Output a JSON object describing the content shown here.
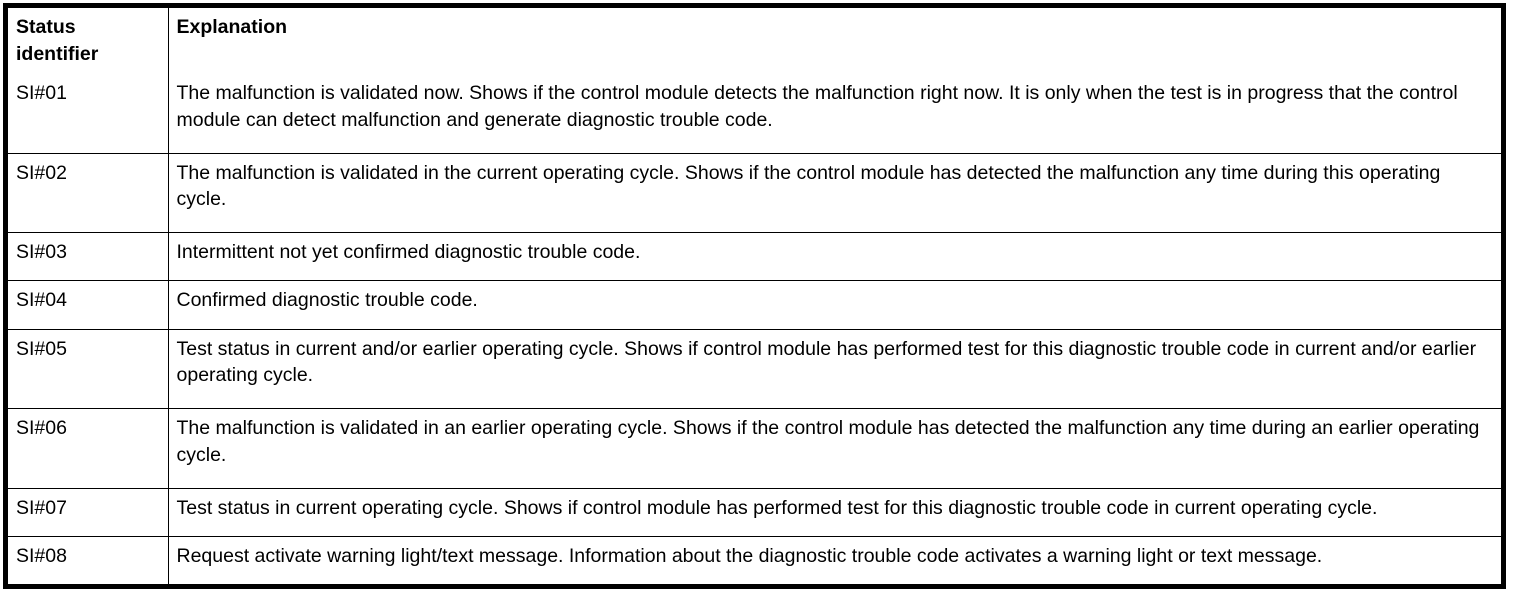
{
  "table": {
    "columns": {
      "status_identifier": {
        "line1": "Status",
        "line2": "identifier"
      },
      "explanation": "Explanation"
    },
    "rows": [
      {
        "id": "SI#01",
        "explanation": "The malfunction is validated now. Shows if the control module detects the malfunction right now. It is only when the test is in progress that the control module can detect malfunction and generate diagnostic trouble code."
      },
      {
        "id": "SI#02",
        "explanation": "The malfunction is validated in the current operating cycle. Shows if the control module has detected the malfunction any time during this operating cycle."
      },
      {
        "id": "SI#03",
        "explanation": "Intermittent not yet confirmed diagnostic trouble code."
      },
      {
        "id": "SI#04",
        "explanation": "Confirmed diagnostic trouble code."
      },
      {
        "id": "SI#05",
        "explanation": "Test status in current and/or earlier operating cycle. Shows if control module has performed test for this diagnostic trouble code in current and/or earlier operating cycle."
      },
      {
        "id": "SI#06",
        "explanation": "The malfunction is validated in an earlier operating cycle. Shows if the control module has detected the malfunction any time during an earlier operating cycle."
      },
      {
        "id": "SI#07",
        "explanation": "Test status in current operating cycle. Shows if control module has performed test for this diagnostic trouble code in current operating cycle."
      },
      {
        "id": "SI#08",
        "explanation": "Request activate warning light/text message. Information about the diagnostic trouble code activates a warning light or text message."
      }
    ]
  },
  "colors": {
    "border": "#000000",
    "text": "#000000",
    "background": "#ffffff"
  }
}
